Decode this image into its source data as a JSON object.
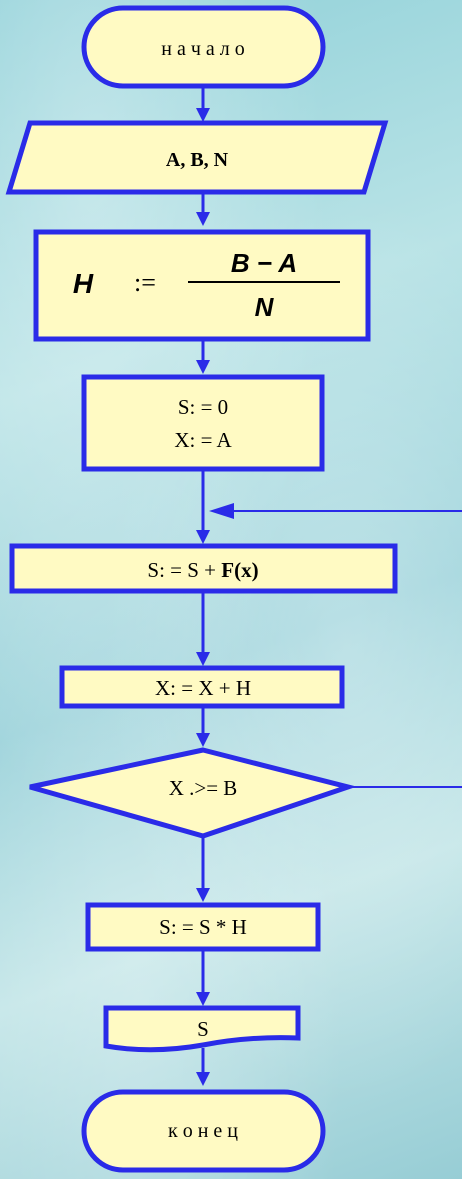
{
  "flowchart": {
    "start": "н а ч а л о",
    "input": "A,  B,  N",
    "h_assign": {
      "lhs": "H",
      "op": ":=",
      "num": "B − A",
      "den": "N"
    },
    "init": [
      "S: = 0",
      "X: = A"
    ],
    "body1": {
      "prefix": "S: = S + ",
      "fx": "F(x)"
    },
    "body2": "X: = X + H",
    "condition": "X .>= B",
    "mult": "S: = S * H",
    "output": "S",
    "end": "к о н е ц"
  },
  "colors": {
    "stroke": "#2a2be8",
    "fill": "#fffac3"
  }
}
